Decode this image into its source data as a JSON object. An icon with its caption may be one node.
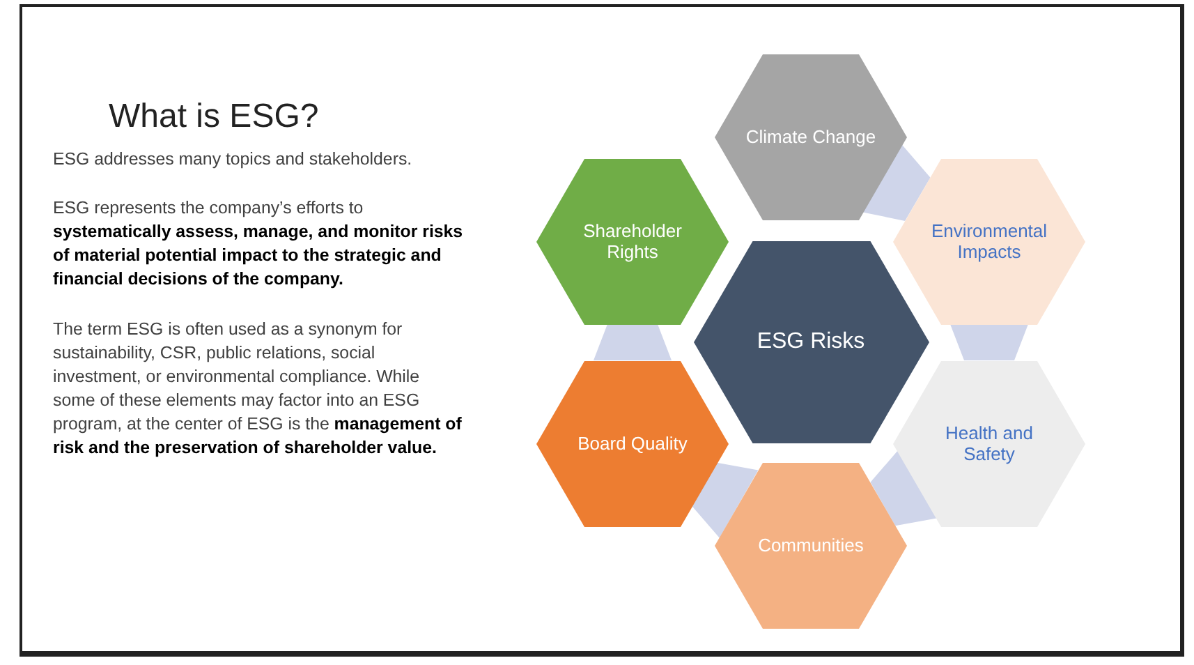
{
  "diagram": {
    "title": "What is ESG?",
    "nodes": [
      {
        "text": [
          "Climate Change"
        ]
      },
      {
        "text": [
          "Shareholder Rights"
        ]
      },
      {
        "text": [
          "Environmental Impacts"
        ]
      },
      {
        "text": [
          "ESG Risks"
        ]
      },
      {
        "text": [
          "Board Quality"
        ]
      },
      {
        "text": [
          "Health and Safety"
        ]
      },
      {
        "text": [
          "Communities"
        ]
      }
    ],
    "edges": [
      {
        "from": 0,
        "to": 2,
        "arrow": "none"
      },
      {
        "from": 2,
        "to": 5,
        "arrow": "none"
      },
      {
        "from": 5,
        "to": 6,
        "arrow": "none"
      },
      {
        "from": 6,
        "to": 4,
        "arrow": "none"
      },
      {
        "from": 4,
        "to": 1,
        "arrow": "none"
      }
    ],
    "labels": [
      "ESG addresses many topics and stakeholders.",
      "ESG represents the company’s efforts to **systematically assess, manage, and monitor risks of material potential impact to the strategic and financial decisions of the company.**",
      "The term ESG is often used as a synonym for sustainability, CSR, public relations, social investment, or environmental compliance. While some of these elements may factor into an ESG program, at the center of ESG is the **management of risk and the preservation of shareholder value.**"
    ]
  }
}
